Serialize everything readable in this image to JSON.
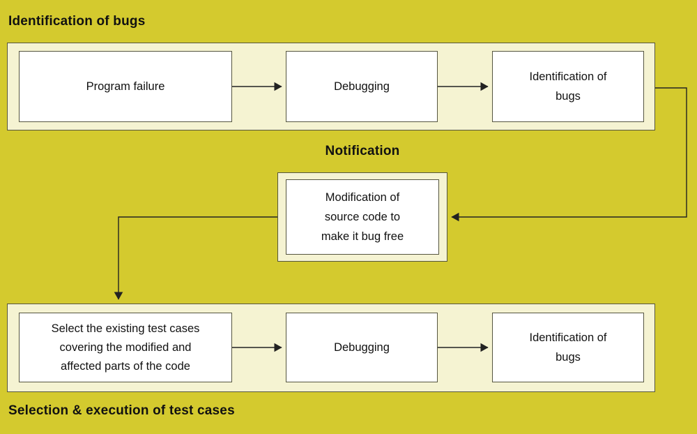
{
  "diagram": {
    "headings": {
      "top": "Identification of bugs",
      "middle": "Notification",
      "bottom": "Selection & execution of test cases"
    },
    "top_row": {
      "box1": "Program failure",
      "box2": "Debugging",
      "box3": "Identification of\nbugs"
    },
    "middle": {
      "box": "Modification of\nsource code to\nmake it bug free"
    },
    "bottom_row": {
      "box1": "Select the existing test cases\ncovering the modified and\naffected parts of the code",
      "box2": "Debugging",
      "box3": "Identification of\nbugs"
    },
    "colors": {
      "background": "#d4ca2e",
      "panel": "#f5f3d2",
      "box_fill": "#ffffff",
      "border": "#55553f",
      "arrow": "#222222",
      "text": "#111111"
    }
  }
}
